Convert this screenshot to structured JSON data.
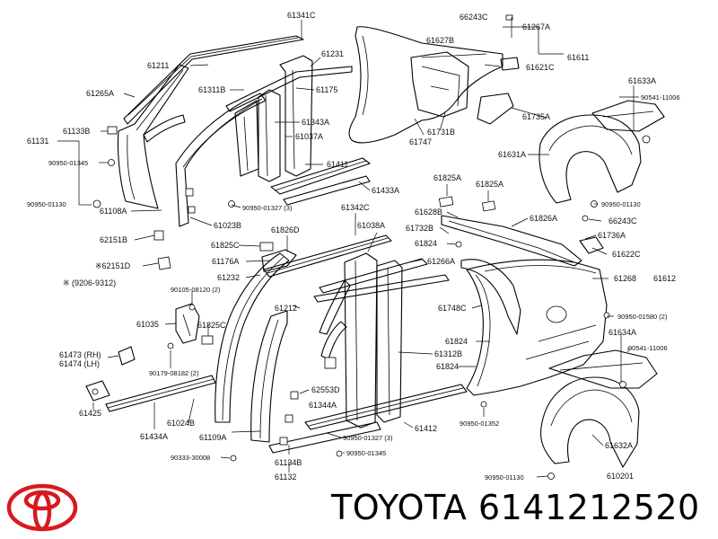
{
  "brand": {
    "text": "TOYOTA 6141212520",
    "logo_color": "#d71920"
  },
  "labels": {
    "l61341C": "61341C",
    "l66243C_top": "66243C",
    "l61267A": "61267A",
    "l61211": "61211",
    "l61231": "61231",
    "l61627B": "61627B",
    "l61611": "61611",
    "l61621C": "61621C",
    "l61265A_top": "61265A",
    "l61311B": "61311B",
    "l61175": "61175",
    "l61633A": "61633A",
    "l90541_top": "90541-11006",
    "l61343A": "61343A",
    "l61133B": "61133B",
    "l61037A": "61037A",
    "l61735A": "61735A",
    "l61731B": "61731B",
    "l61131": "61131",
    "l61747": "61747",
    "l61631A": "61631A",
    "l90950_01345_top": "90950-01345",
    "l61411": "61411",
    "l61433A": "61433A",
    "l61825A_1": "61825A",
    "l61825A_2": "61825A",
    "l90950_01130_left": "90950-01130",
    "l90950_01130_right": "90950-01130",
    "l61108A": "61108A",
    "l90950_01327_a": "90950-01327 (3)",
    "l61342C": "61342C",
    "l61628B": "61628B",
    "l61826A": "61826A",
    "l61023B": "61023B",
    "l61038A": "61038A",
    "l61732B": "61732B",
    "l66243C_mid": "66243C",
    "l62151B": "62151B",
    "l61826D": "61826D",
    "l61824_top": "61824",
    "l61736A": "61736A",
    "l62151D": "※62151D",
    "l61825C_top": "61825C",
    "l61622C": "61622C",
    "l61176A": "61176A",
    "l61266A": "61266A",
    "l61268": "61268",
    "l61612": "61612",
    "l61232": "61232",
    "note": "※ (9206-9312)",
    "l90105": "90105-08120 (2)",
    "l61748C": "61748C",
    "l61212": "61212",
    "l90950_01580": "90950-01580 (2)",
    "l61035": "61035",
    "l61825C_mid": "61825C",
    "l61824_mid": "61824",
    "l61634A": "61634A",
    "l61473": "61473 (RH)",
    "l61474": "61474 (LH)",
    "l90179": "90179-08182 (2)",
    "l61312B": "61312B",
    "l90541_bottom": "90541-11006",
    "l61824_low": "61824",
    "l62553D": "62553D",
    "l61344A": "61344A",
    "l61425": "61425",
    "l61024B": "61024B",
    "l90950_01352": "90950-01352",
    "l61412": "61412",
    "l61434A": "61434A",
    "l61109A": "61109A",
    "l90950_01327_b": "90950-01327 (3)",
    "l61632A": "61632A",
    "l90333": "90333-30008",
    "l90950_01345_bot": "90950-01345",
    "l61134B": "61134B",
    "l61132": "61132",
    "l90950_01130_bot": "90950-01130",
    "l610201": "610201"
  }
}
